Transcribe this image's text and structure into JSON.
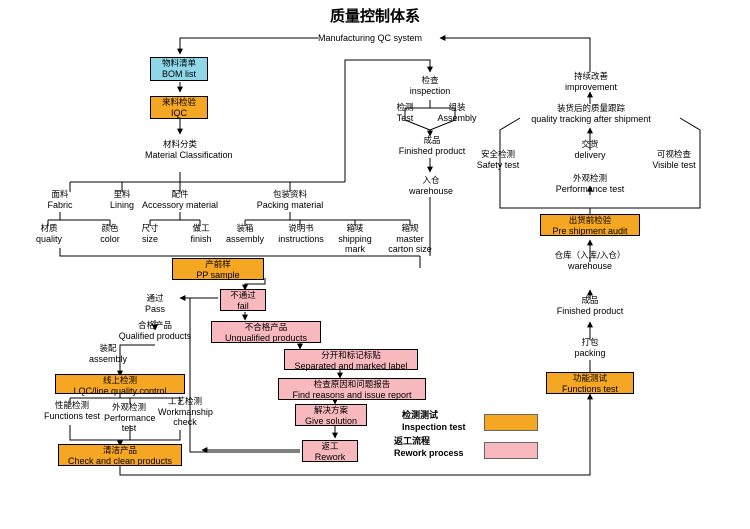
{
  "title": "质量控制体系",
  "colors": {
    "bom": "#8fd8ea",
    "inspection": "#f5a623",
    "rework": "#f7b8be"
  },
  "nodes": {
    "system": {
      "en": "Manufacturing QC system"
    },
    "bom": {
      "zh": "物料清单",
      "en": "BOM list"
    },
    "iqc": {
      "zh": "来料检验",
      "en": "IQC"
    },
    "material_class": {
      "zh": "材料分类",
      "en": "Material Classification"
    },
    "fabric": {
      "zh": "面料",
      "en": "Fabric"
    },
    "lining": {
      "zh": "里料",
      "en": "Lining"
    },
    "accessory": {
      "zh": "配件",
      "en": "Accessory material"
    },
    "packing_material": {
      "zh": "包装资料",
      "en": "Packing material"
    },
    "quality": {
      "zh": "材质",
      "en": "quality"
    },
    "color": {
      "zh": "颜色",
      "en": "color"
    },
    "size": {
      "zh": "尺寸",
      "en": "size"
    },
    "finish": {
      "zh": "做工",
      "en": "finish"
    },
    "assembly_pack": {
      "zh": "装箱",
      "en": "assembly"
    },
    "instructions": {
      "zh": "说明书",
      "en": "instructions"
    },
    "shipping_mark": {
      "zh": "箱唛",
      "en": "shipping mark"
    },
    "carton_size": {
      "zh": "箱规",
      "en": "master carton size"
    },
    "pp_sample": {
      "zh": "产前样",
      "en": "PP sample"
    },
    "pass": {
      "zh": "通过",
      "en": "Pass"
    },
    "qualified": {
      "zh": "合格产品",
      "en": "Qualified products"
    },
    "assembly": {
      "zh": "装配",
      "en": "assembly"
    },
    "lqc": {
      "zh": "线上检测",
      "en": "LQC/line quality control"
    },
    "functions_test_l": {
      "zh": "性能检测",
      "en": "Functions test"
    },
    "performance_test_l": {
      "zh": "外观检测",
      "en": "Performance test"
    },
    "workmanship": {
      "zh": "工艺检测",
      "en": "Workmanship check"
    },
    "check_clean": {
      "zh": "清洁产品",
      "en": "Check and clean products"
    },
    "fail": {
      "zh": "不通过",
      "en": "fail"
    },
    "unqualified": {
      "zh": "不合格产品",
      "en": "Unqualified products"
    },
    "separated": {
      "zh": "分开和标记标贴",
      "en": "Separated and marked label"
    },
    "find_reasons": {
      "zh": "检查原因和问题报告",
      "en": "Find reasons and issue report"
    },
    "give_solution": {
      "zh": "解决方案",
      "en": "Give solution"
    },
    "rework": {
      "zh": "返工",
      "en": "Rework"
    },
    "inspection": {
      "zh": "检查",
      "en": "inspection"
    },
    "test": {
      "zh": "检测",
      "en": "Test"
    },
    "assembly_r": {
      "zh": "组装",
      "en": "Assembly"
    },
    "finished_product_top": {
      "zh": "成品",
      "en": "Finished product"
    },
    "warehouse_top": {
      "zh": "入仓",
      "en": "warehouse"
    },
    "improvement": {
      "zh": "持续改善",
      "en": "improvement"
    },
    "tracking": {
      "zh": "装货后的质量跟踪",
      "en": "quality tracking after shipment"
    },
    "safety": {
      "zh": "安全检测",
      "en": "Safety test"
    },
    "delivery": {
      "zh": "交货",
      "en": "delivery"
    },
    "visible": {
      "zh": "可视检查",
      "en": "Visible test"
    },
    "performance_r": {
      "zh": "外观检测",
      "en": "Performance test"
    },
    "pre_shipment": {
      "zh": "出货前检验",
      "en": "Pre shipment audit"
    },
    "warehouse_r": {
      "zh": "仓库（入库/入仓）",
      "en": "warehouse"
    },
    "finished_product_r": {
      "zh": "成品",
      "en": "Finished product"
    },
    "packing": {
      "zh": "打包",
      "en": "packing"
    },
    "functions_test_r": {
      "zh": "功能测试",
      "en": "Functions test"
    }
  },
  "legend": {
    "inspection": {
      "zh": "检测测试",
      "en": "Inspection test"
    },
    "rework": {
      "zh": "返工流程",
      "en": "Rework process"
    }
  }
}
